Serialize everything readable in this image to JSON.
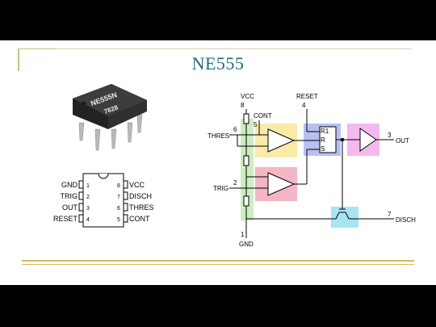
{
  "slide": {
    "title": "NE555"
  },
  "chip_photo": {
    "marking_line1": "NE555N",
    "marking_line2": "7828"
  },
  "pinout": {
    "left_pins": [
      {
        "label": "GND",
        "number": "1"
      },
      {
        "label": "TRIG",
        "number": "2"
      },
      {
        "label": "OUT",
        "number": "3"
      },
      {
        "label": "RESET",
        "number": "4"
      }
    ],
    "right_pins": [
      {
        "label": "VCC",
        "number": "8"
      },
      {
        "label": "DISCH",
        "number": "7"
      },
      {
        "label": "THRES",
        "number": "6"
      },
      {
        "label": "CONT",
        "number": "5"
      }
    ]
  },
  "schematic": {
    "vcc_label": "VCC",
    "vcc_pin": "8",
    "cont_label": "CONT",
    "cont_pin": "5",
    "reset_label": "RESET",
    "reset_pin": "4",
    "thres_label": "THRES",
    "thres_pin": "6",
    "trig_label": "TRIG",
    "trig_pin": "2",
    "out_label": "OUT",
    "out_pin": "3",
    "disch_label": "DISCH",
    "disch_pin": "7",
    "gnd_label": "GND",
    "gnd_pin": "1",
    "flipflop_r1": "R1",
    "flipflop_r": "R",
    "flipflop_s": "S",
    "colors": {
      "divider_band": "#cdeec0",
      "threshold_comparator_bg": "#fbeaa8",
      "trigger_comparator_bg": "#f4b6c4",
      "flipflop_bg": "#b8bff2",
      "output_buffer_bg": "#f3b9ee",
      "discharge_transistor_bg": "#a7e4f5"
    }
  }
}
